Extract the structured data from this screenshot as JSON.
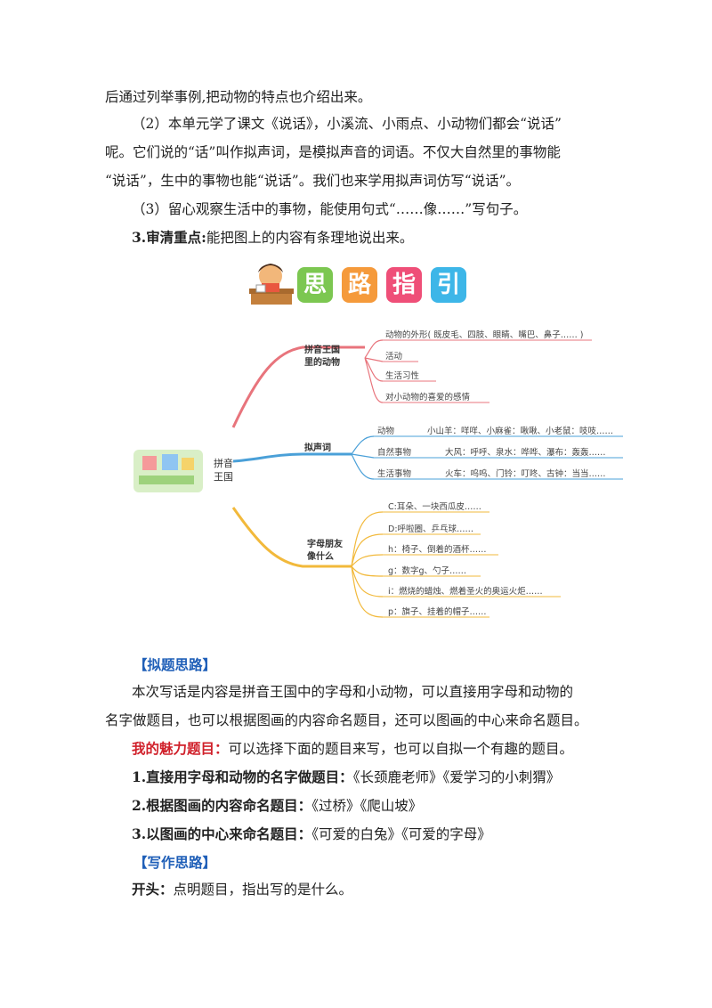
{
  "text": {
    "p1": "后通过列举事例,把动物的特点也介绍出来。",
    "p2a": "（2）本单元学了课文《说话》，小溪流、小雨点、小动物们都会“说话”",
    "p2b": "呢。它们说的“话”叫作拟声词，是模拟声音的词语。不仅大自然里的事物能",
    "p2c": "“说话”，生中的事物也能“说话”。我们也来学用拟声词仿写“说话”。",
    "p3": "（3）留心观察生活中的事物，能使用句式“……像……”写句子。",
    "p4_label": "3.审清重点:",
    "p4_text": "能把图上的内容有条理地说出来。"
  },
  "banner": {
    "chars": [
      "思",
      "路",
      "指",
      "引"
    ],
    "colors": [
      "#7cc751",
      "#f59a3b",
      "#ef4f78",
      "#3db6e8"
    ]
  },
  "mindmap": {
    "center": [
      "拼音",
      "王国"
    ],
    "branch1": {
      "label": [
        "拼音王国",
        "里的动物"
      ],
      "color": "#e8747c",
      "items": [
        "动物的外形( 既皮毛、四肢、眼睛、嘴巴、鼻子…… )",
        "活动",
        "生活习性",
        "对小动物的喜爱的感情"
      ]
    },
    "branch2": {
      "label": "拟声词",
      "color": "#4aa0d8",
      "rows": [
        {
          "cat": "动物",
          "ex": "小山羊：咩咩、小麻雀：啾啾、小老鼠：吱吱……"
        },
        {
          "cat": "自然事物",
          "ex": "大风：呼呼、泉水：哗哗、瀑布：轰轰……"
        },
        {
          "cat": "生活事物",
          "ex": "火车：呜呜、门铃：叮咚、古钟：当当……"
        }
      ]
    },
    "branch3": {
      "label": [
        "字母朋友",
        "像什么"
      ],
      "color": "#f2b93b",
      "items": [
        "C:耳朵、一块西瓜皮……",
        "D:呼啦圈、乒乓球……",
        "h：椅子、倒着的酒杯……",
        "g：数字g、勺子……",
        "i：燃烧的蜡烛、燃着圣火的奥运火炬……",
        "p：旗子、挂着的帽子……"
      ]
    }
  },
  "section1": {
    "heading": "【拟题思路】",
    "body_a": "本次写话是内容是拼音王国中的字母和小动物，可以直接用字母和动物的",
    "body_b": "名字做题目，也可以根据图画的内容命名题目，还可以图画的中心来命名题目。",
    "charm_label": "我的魅力题目：",
    "charm_text": "可以选择下面的题目来写，也可以自拟一个有趣的题目。",
    "items": [
      {
        "label": "1.直接用字母和动物的名字做题目：",
        "text": "《长颈鹿老师》《爱学习的小刺猬》"
      },
      {
        "label": "2.根据图画的内容命名题目：",
        "text": "《过桥》《爬山坡》"
      },
      {
        "label": "3.以图画的中心来命名题目：",
        "text": "《可爱的白兔》《可爱的字母》"
      }
    ]
  },
  "section2": {
    "heading": "【写作思路】",
    "open_label": "开头：",
    "open_text": "点明题目，指出写的是什么。"
  }
}
